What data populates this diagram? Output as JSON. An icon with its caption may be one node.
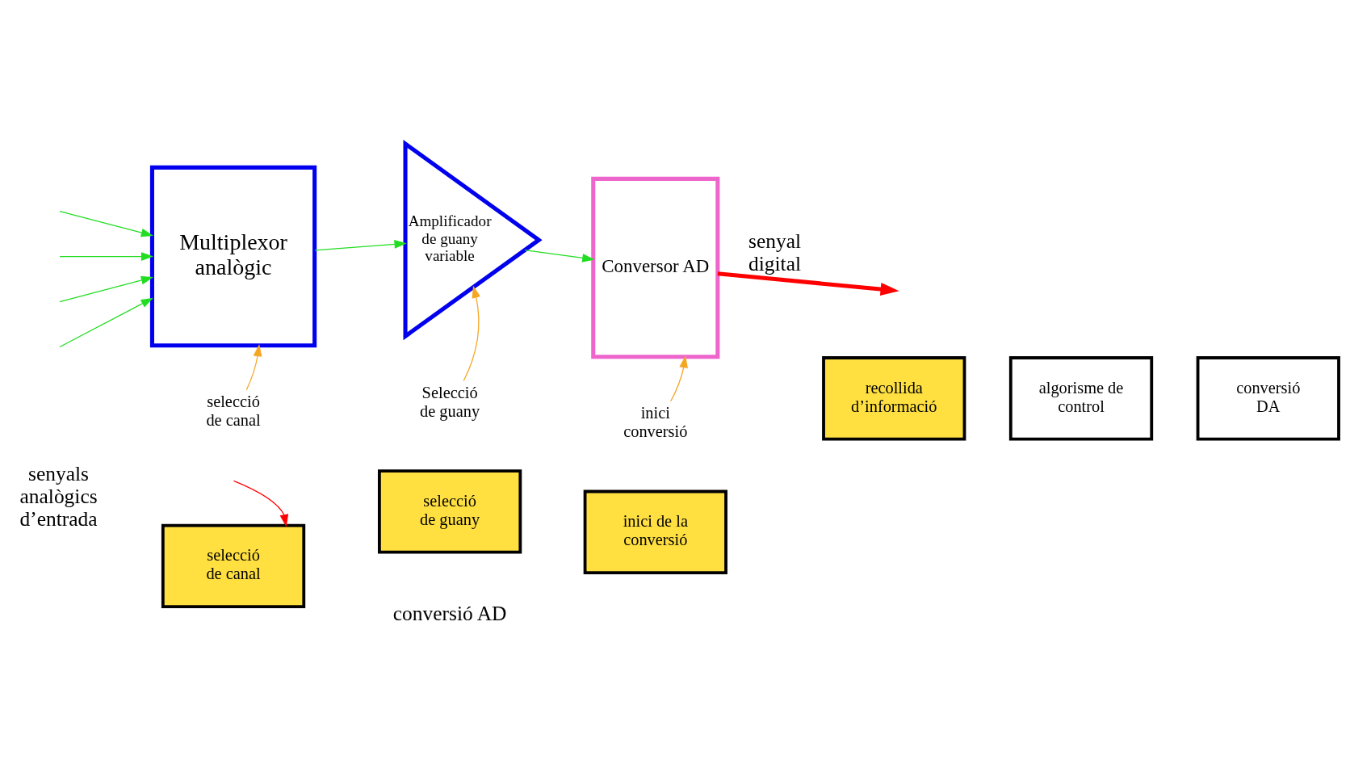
{
  "diagram": {
    "nodes": [
      {
        "text": [
          "Multiplexor analògic"
        ]
      },
      {
        "text": [
          "Amplificador de guany variable"
        ]
      },
      {
        "text": [
          "Conversor AD"
        ]
      },
      {
        "text": [
          "selecció de canal"
        ]
      },
      {
        "text": [
          "Selecció de guany"
        ]
      },
      {
        "text": [
          "inici conversió"
        ]
      },
      {
        "text": [
          "selecció de canal"
        ]
      },
      {
        "text": [
          "selecció de guany"
        ]
      },
      {
        "text": [
          "inici de la conversió"
        ]
      },
      {
        "text": [
          "recollida d’informació"
        ]
      },
      {
        "text": [
          "algorisme de control"
        ]
      },
      {
        "text": [
          "conversió DA"
        ]
      }
    ],
    "edges": [
      {
        "from": null,
        "to": 0,
        "arrow": "to"
      },
      {
        "from": null,
        "to": 0,
        "arrow": "to"
      },
      {
        "from": null,
        "to": 0,
        "arrow": "to"
      },
      {
        "from": null,
        "to": 0,
        "arrow": "to"
      },
      {
        "from": 0,
        "to": 1,
        "arrow": "to"
      },
      {
        "from": 1,
        "to": 2,
        "arrow": "to"
      },
      {
        "from": 2,
        "to": null,
        "arrow": "to",
        "label": "senyal digital",
        "style": "thick",
        "color": "#ff0000"
      },
      {
        "from": 3,
        "to": 0,
        "arrow": "to",
        "color": "#f5a623"
      },
      {
        "from": 4,
        "to": 1,
        "arrow": "to",
        "color": "#f5a623"
      },
      {
        "from": 5,
        "to": 2,
        "arrow": "to",
        "color": "#f5a623"
      },
      {
        "from": null,
        "to": 6,
        "arrow": "to",
        "color": "#ff0000"
      }
    ],
    "labels": [
      "senyals analògics d’entrada",
      "conversió AD"
    ]
  }
}
